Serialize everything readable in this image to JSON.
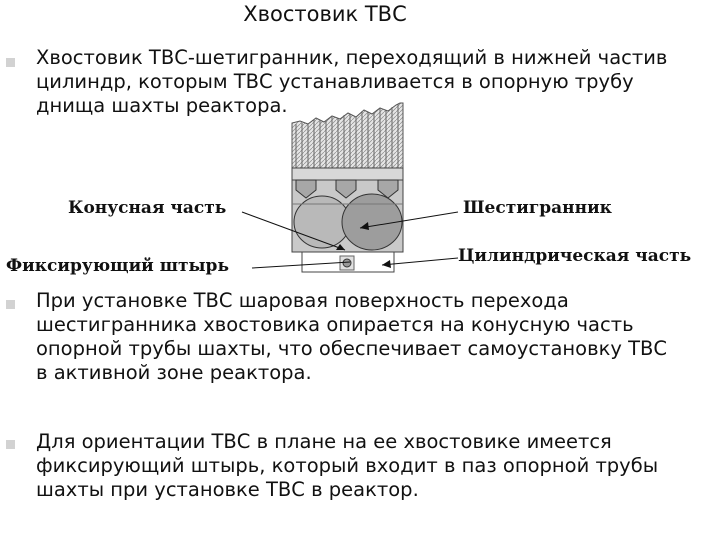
{
  "slide": {
    "title": "Хвостовик ТВС",
    "bullets": [
      "Хвостовик ТВС-шетигранник, переходящий в нижней частив\nцилиндр, которым ТВС устанавливается в опорную трубу\nднища шахты реактора.",
      "При установке ТВС шаровая поверхность перехода\nшестигранника хвостовика опирается на конусную часть\nопорной трубы шахты, что обеспечивает самоустановку ТВС\nв активной зоне реактора.",
      "Для ориентации ТВС в плане на ее хвостовике имеется\nфиксирующий штырь, который входит в паз опорной трубы\nшахты при установке ТВС в реактор."
    ]
  },
  "diagram": {
    "labels": {
      "cone": "Конусная часть",
      "pin": "Фиксирующий штырь",
      "hexagon": "Шестигранник",
      "cylinder": "Цилиндрическая часть"
    }
  }
}
